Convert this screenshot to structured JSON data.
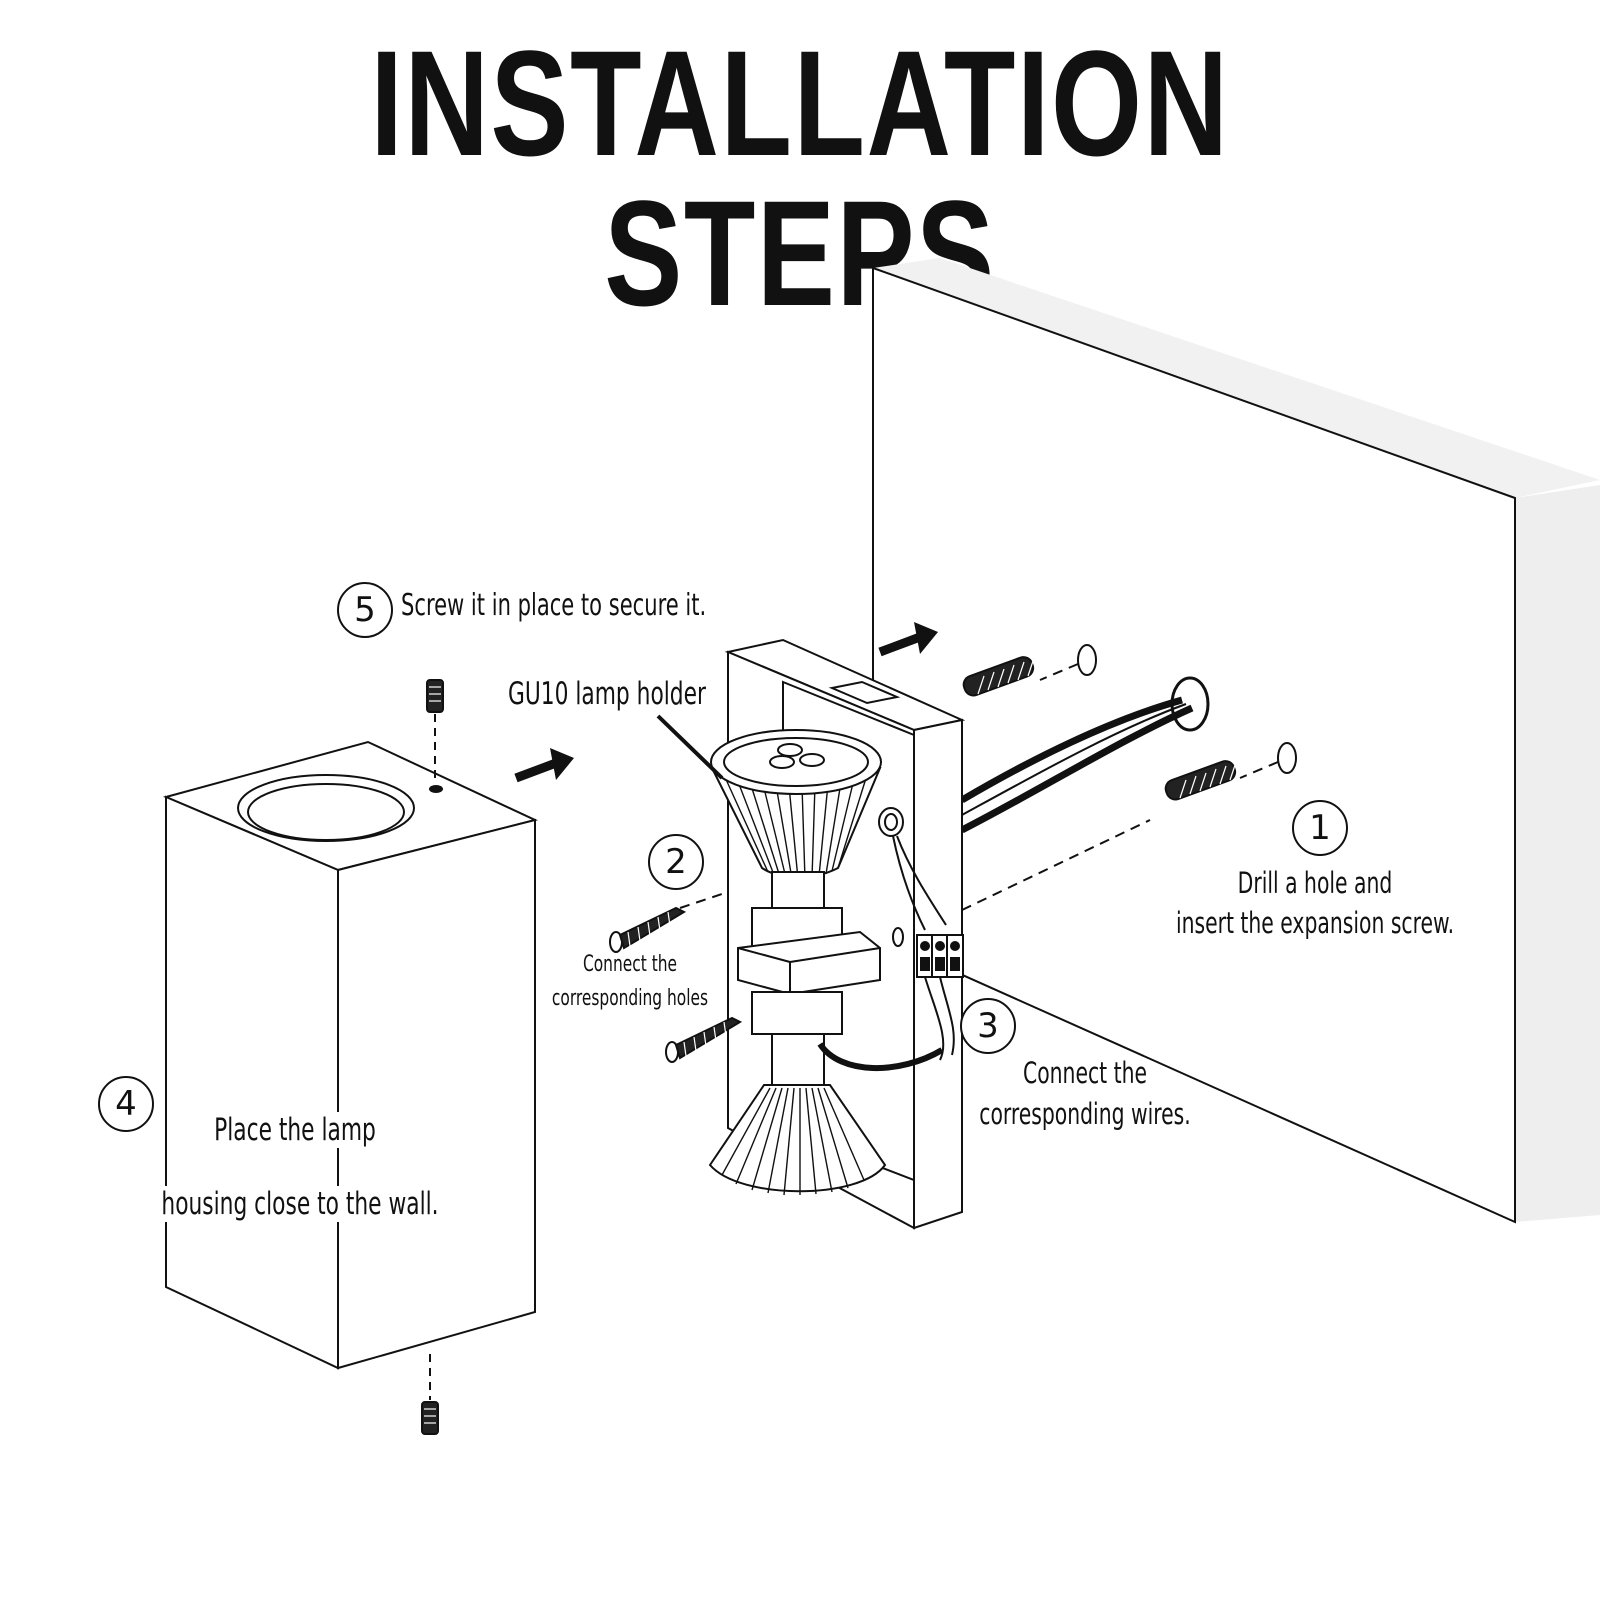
{
  "title": "INSTALLATION STEPS",
  "steps": [
    {
      "number": "1",
      "text_line1": "Drill a hole and",
      "text_line2": "insert the expansion screw."
    },
    {
      "number": "2",
      "text_line1": "Connect the",
      "text_line2": "corresponding holes"
    },
    {
      "number": "3",
      "text_line1": "Connect the",
      "text_line2": "corresponding wires."
    },
    {
      "number": "4",
      "text_line1": "Place the lamp",
      "text_line2": "housing close to the wall."
    },
    {
      "number": "5",
      "text_line1": "Screw it in place to secure it."
    }
  ],
  "callout": "GU10 lamp holder",
  "colors": {
    "line": "#111111",
    "wall_shade": "#e6e6e6",
    "background": "#ffffff"
  }
}
